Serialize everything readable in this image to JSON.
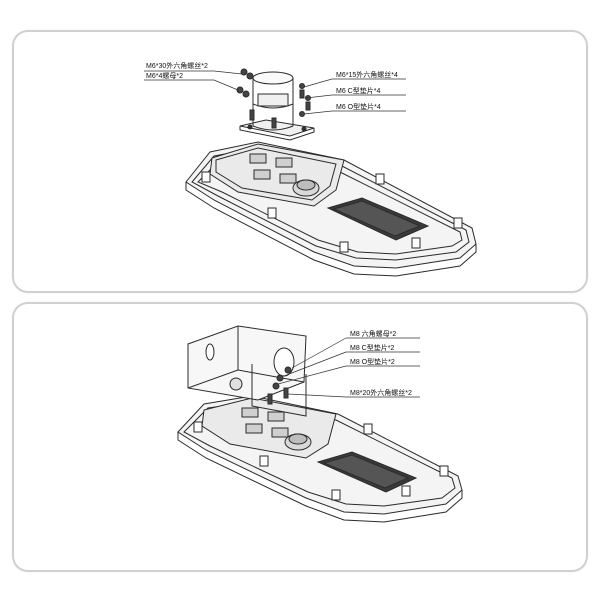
{
  "top_panel": {
    "labels": {
      "bolt_m6_30": "M6*30外六角螺丝*2",
      "nut_m6": "M6*4螺母*2",
      "bolt_m6_15": "M6*15外六角螺丝*4",
      "washer_c": "M6 C型垫片*4",
      "washer_o": "M6 O型垫片*4"
    }
  },
  "bottom_panel": {
    "labels": {
      "nut_m8": "M8  六角螺母*2",
      "washer_c": "M8 C型垫片*2",
      "washer_o": "M8 O型垫片*2",
      "bolt_m8_20": "M8*20外六角螺丝*2"
    }
  }
}
